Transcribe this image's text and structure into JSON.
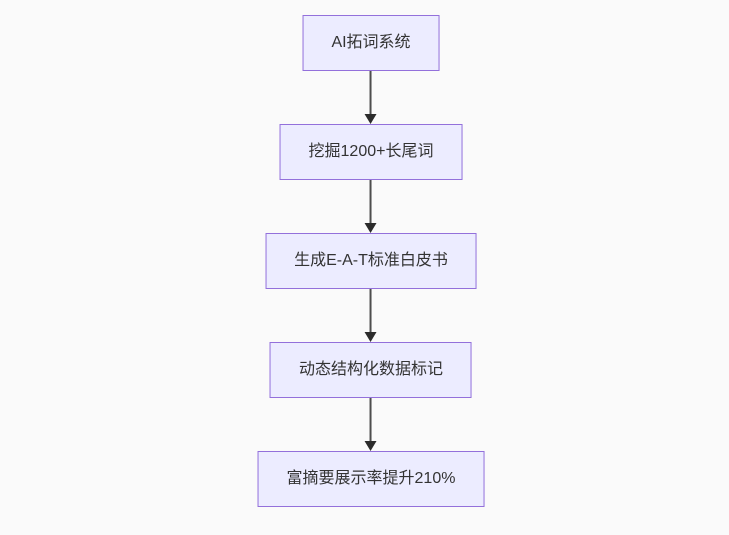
{
  "diagram": {
    "type": "flowchart",
    "direction": "top-down",
    "nodes": [
      {
        "id": "A",
        "label": "AI拓词系统"
      },
      {
        "id": "B",
        "label": "挖掘1200+长尾词"
      },
      {
        "id": "C",
        "label": "生成E-A-T标准白皮书"
      },
      {
        "id": "D",
        "label": "动态结构化数据标记"
      },
      {
        "id": "E",
        "label": "富摘要展示率提升210%"
      }
    ],
    "edges": [
      {
        "from": "A",
        "to": "B",
        "style": "arrow-down"
      },
      {
        "from": "B",
        "to": "C",
        "style": "arrow-down"
      },
      {
        "from": "C",
        "to": "D",
        "style": "arrow-down"
      },
      {
        "from": "D",
        "to": "E",
        "style": "arrow-down"
      }
    ],
    "colors": {
      "background": "#fafafa",
      "node_fill": "#ECECFF",
      "node_border": "#9370DB",
      "node_text": "#333333",
      "edge_line": "#4d4d4d",
      "edge_head": "#2b2b2b"
    }
  }
}
